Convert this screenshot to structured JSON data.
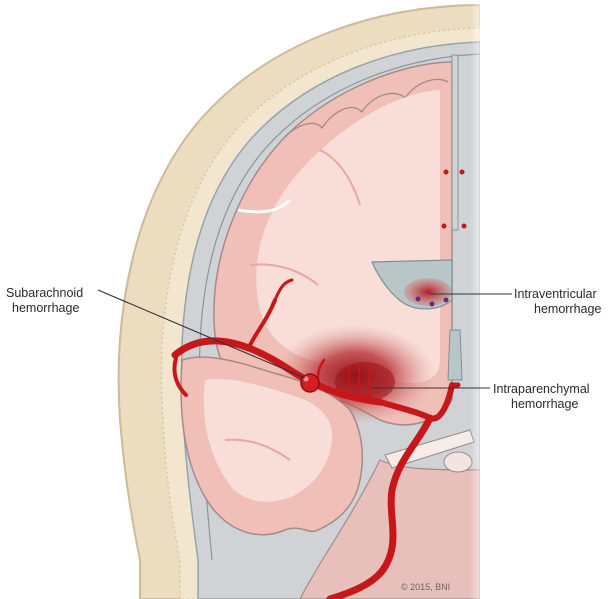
{
  "labels": {
    "subarachnoid": {
      "line1": "Subarachnoid",
      "line2": "hemorrhage"
    },
    "intraventricular": {
      "line1": "Intraventricular",
      "line2": "hemorrhage"
    },
    "intraparenchymal": {
      "line1": "Intraparenchymal",
      "line2": "hemorrhage"
    }
  },
  "copyright": "© 2015, BNI",
  "colors": {
    "skull": "#ecdcc0",
    "skull_edge": "#cdbb98",
    "meninges": "#cfd3d6",
    "brain": "#f3c6be",
    "white_matter": "#f8ddd8",
    "artery": "#c8171b",
    "hemorrhage": "#a8141a"
  }
}
